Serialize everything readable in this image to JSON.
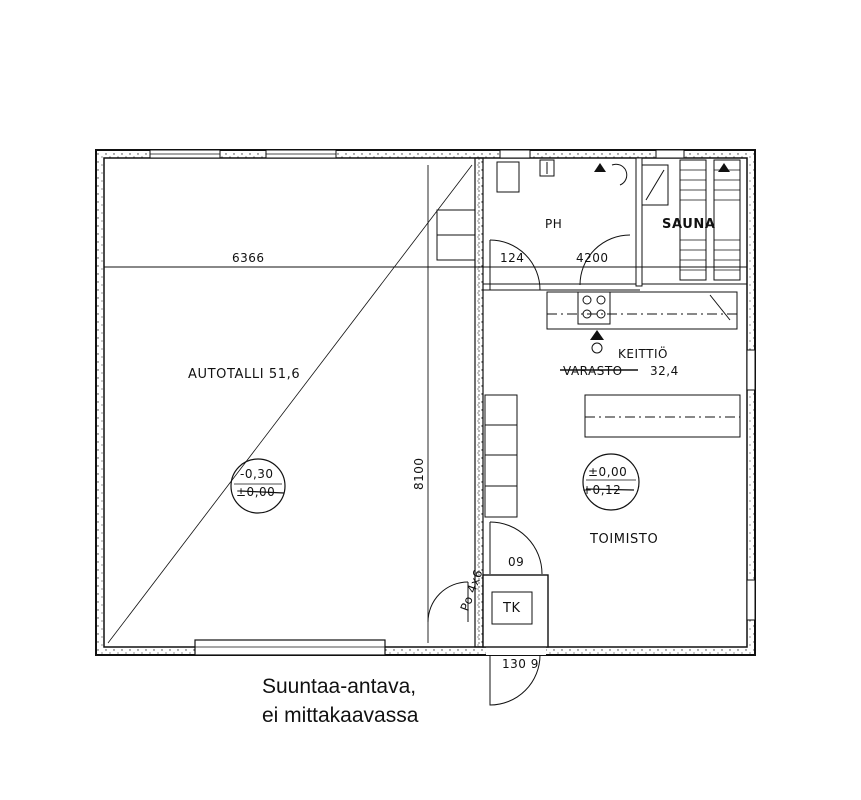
{
  "rooms": {
    "garage": "AUTOTALLI 51,6",
    "bathroom": "PH",
    "sauna": "SAUNA",
    "kitchen": "KEITTIÖ",
    "storage_struck": "VARASTO",
    "storage_area": "32,4",
    "office": "TOIMISTO",
    "wc": "TK"
  },
  "dimensions": {
    "garage_width": "6366",
    "depth": "8100",
    "width_right": "4200",
    "door_ph": "124",
    "door_tk": "09",
    "door_outer": "130 9",
    "door_garage": "Po 4x6"
  },
  "levels": {
    "garage_new": "-0,30",
    "garage_old": "±0,00",
    "office_new": "±0,00",
    "office_old": "+0,12"
  },
  "caption": {
    "line1": "Suuntaa-antava,",
    "line2": "ei mittakaavassa"
  }
}
